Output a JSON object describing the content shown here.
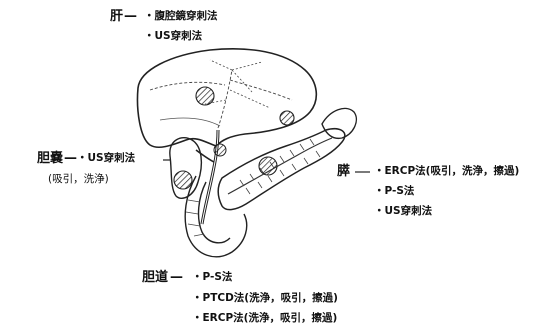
{
  "liver": {
    "name": "肝",
    "procedures": [
      "・腹腔鏡穿刺法",
      "・US穿刺法"
    ]
  },
  "gallbladder": {
    "name": "胆嚢",
    "procedures": [
      "・US穿刺法"
    ],
    "note": "(吸引，洗浄)"
  },
  "pancreas": {
    "name": "膵",
    "procedures": [
      "・ERCP法(吸引，洗浄，擦過)",
      "・P-S法",
      "・US穿刺法"
    ]
  },
  "bile_duct": {
    "name": "胆道",
    "procedures": [
      "・P-S法",
      "・PTCD法(洗浄，吸引，擦過)",
      "・ERCP法(洗浄，吸引，擦過)"
    ]
  }
}
